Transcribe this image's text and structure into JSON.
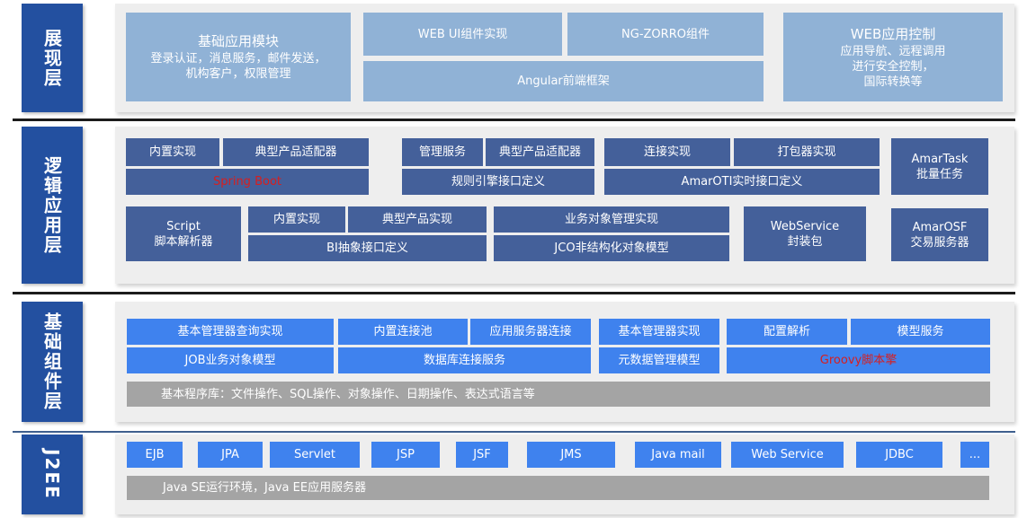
{
  "layers": [
    {
      "side_label": "展现层",
      "boxes": [
        {
          "id": "basic-app-module",
          "lines": [
            "基础应用模块",
            "登录认证，消息服务，邮件发送，",
            "机构客户，权限管理"
          ]
        },
        {
          "id": "web-ui-components",
          "lines": [
            "WEB UI组件实现"
          ]
        },
        {
          "id": "ng-zorro-components",
          "lines": [
            "NG-ZORRO组件"
          ]
        },
        {
          "id": "web-app-control",
          "lines": [
            "WEB应用控制",
            "应用导航、远程调用",
            "进行安全控制，",
            "国际转换等"
          ]
        },
        {
          "id": "angular-framework",
          "lines": [
            "Angular前端框架"
          ]
        }
      ]
    },
    {
      "side_label": "逻辑应用层",
      "boxes": [
        {
          "id": "builtin-impl",
          "lines": [
            "内置实现"
          ]
        },
        {
          "id": "product-adapter",
          "lines": [
            "典型产品适配器"
          ]
        },
        {
          "id": "spring-boot",
          "lines": [
            "Spring Boot"
          ]
        },
        {
          "id": "manage-service",
          "lines": [
            "管理服务"
          ]
        },
        {
          "id": "product-adapter-2",
          "lines": [
            "典型产品适配器"
          ]
        },
        {
          "id": "rule-engine-interface",
          "lines": [
            "规则引擎接口定义"
          ]
        },
        {
          "id": "connection-impl",
          "lines": [
            "连接实现"
          ]
        },
        {
          "id": "packager-impl",
          "lines": [
            "打包器实现"
          ]
        },
        {
          "id": "amarotl-interface",
          "lines": [
            "AmarOTI实时接口定义"
          ]
        },
        {
          "id": "amartask",
          "lines": [
            "AmarTask",
            "批量任务"
          ]
        },
        {
          "id": "script-parser",
          "lines": [
            "Script",
            "脚本解析器"
          ]
        },
        {
          "id": "builtin-impl-2",
          "lines": [
            "内置实现"
          ]
        },
        {
          "id": "product-impl",
          "lines": [
            "典型产品实现"
          ]
        },
        {
          "id": "bi-interface",
          "lines": [
            "BI抽象接口定义"
          ]
        },
        {
          "id": "business-object-impl",
          "lines": [
            "业务对象管理实现"
          ]
        },
        {
          "id": "jco-model",
          "lines": [
            "JCO非结构化对象模型"
          ]
        },
        {
          "id": "webservice-wrapper",
          "lines": [
            "WebService",
            "封装包"
          ]
        },
        {
          "id": "amarosf",
          "lines": [
            "AmarOSF",
            "交易服务器"
          ]
        }
      ]
    },
    {
      "side_label": "基础组件层",
      "boxes": [
        {
          "id": "basic-manager-query",
          "lines": [
            "基本管理器查询实现"
          ]
        },
        {
          "id": "builtin-pool",
          "lines": [
            "内置连接池"
          ]
        },
        {
          "id": "app-server-conn",
          "lines": [
            "应用服务器连接"
          ]
        },
        {
          "id": "basic-manager-impl",
          "lines": [
            "基本管理器实现"
          ]
        },
        {
          "id": "config-parse",
          "lines": [
            "配置解析"
          ]
        },
        {
          "id": "model-service",
          "lines": [
            "模型服务"
          ]
        },
        {
          "id": "job-object-model",
          "lines": [
            "JOB业务对象模型"
          ]
        },
        {
          "id": "db-conn-service",
          "lines": [
            "数据库连接服务"
          ]
        },
        {
          "id": "metadata-model",
          "lines": [
            "元数据管理模型"
          ]
        },
        {
          "id": "groovy-engine",
          "lines": [
            "Groovy脚本擎"
          ]
        },
        {
          "id": "basic-library",
          "lines": [
            "基本程序库：文件操作、SQL操作、对象操作、日期操作、表达式语言等"
          ]
        }
      ]
    },
    {
      "side_label": "J2EE",
      "boxes": [
        {
          "id": "ejb",
          "lines": [
            "EJB"
          ]
        },
        {
          "id": "jpa",
          "lines": [
            "JPA"
          ]
        },
        {
          "id": "servlet",
          "lines": [
            "Servlet"
          ]
        },
        {
          "id": "jsp",
          "lines": [
            "JSP"
          ]
        },
        {
          "id": "jsf",
          "lines": [
            "JSF"
          ]
        },
        {
          "id": "jms",
          "lines": [
            "JMS"
          ]
        },
        {
          "id": "java-mail",
          "lines": [
            "Java mail"
          ]
        },
        {
          "id": "web-service",
          "lines": [
            "Web Service"
          ]
        },
        {
          "id": "jdbc",
          "lines": [
            "JDBC"
          ]
        },
        {
          "id": "more",
          "lines": [
            "..."
          ]
        },
        {
          "id": "java-runtime",
          "lines": [
            "Java SE运行环境，Java EE应用服务器"
          ]
        }
      ]
    }
  ]
}
